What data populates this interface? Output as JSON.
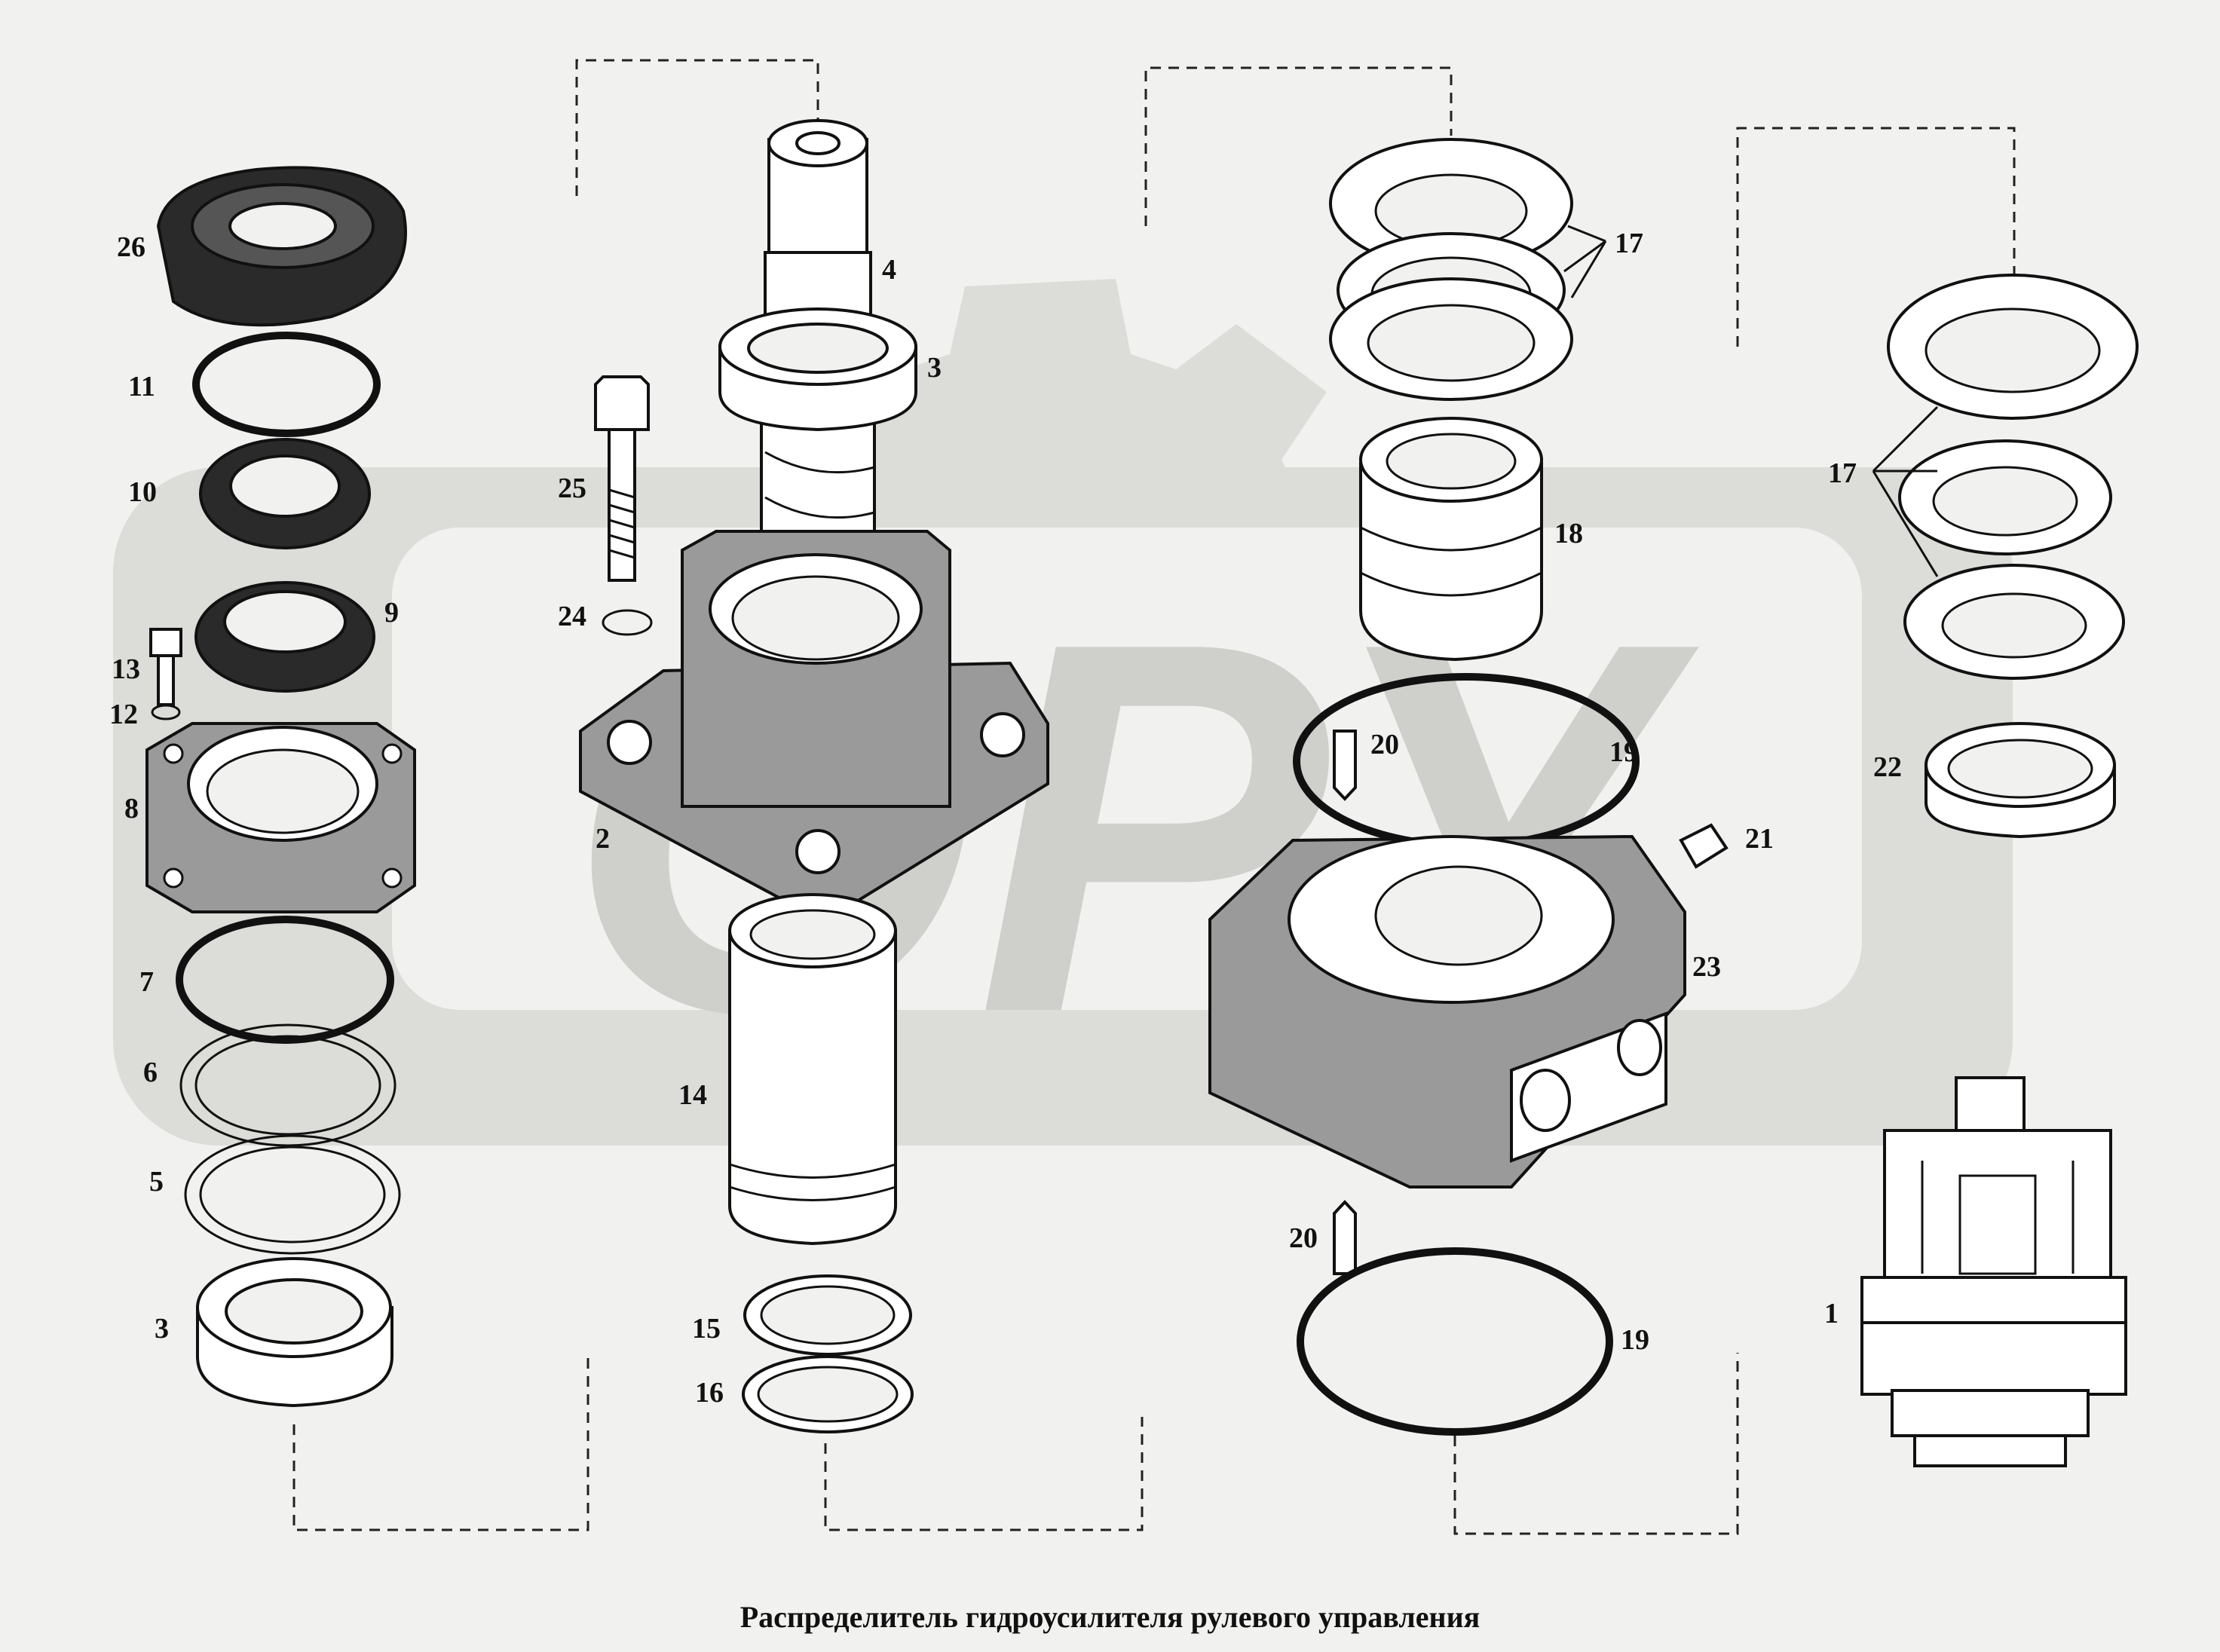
{
  "title": "Распределитель гидроусилителя рулевого управления",
  "watermark_text": "ОРУ",
  "callouts": {
    "p1": "1",
    "p2": "2",
    "p3a": "3",
    "p3b": "3",
    "p4": "4",
    "p5": "5",
    "p6": "6",
    "p7": "7",
    "p8": "8",
    "p9": "9",
    "p10": "10",
    "p11": "11",
    "p12": "12",
    "p13": "13",
    "p14": "14",
    "p15": "15",
    "p16": "16",
    "p17a": "17",
    "p17b": "17",
    "p18": "18",
    "p19a": "19",
    "p19b": "19",
    "p20a": "20",
    "p20b": "20",
    "p21": "21",
    "p22": "22",
    "p23": "23",
    "p24": "24",
    "p25": "25",
    "p26": "26"
  },
  "colors": {
    "background": "#f1f1ef",
    "ink": "#111111",
    "watermark": "#dcdcd8"
  }
}
